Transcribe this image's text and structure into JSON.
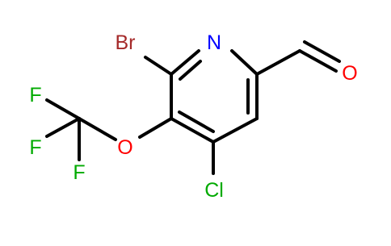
{
  "molecule": {
    "atoms": {
      "br": "Br",
      "n": "N",
      "o_aldehyde": "O",
      "o_ether": "O",
      "cl": "Cl",
      "f1": "F",
      "f2": "F",
      "f3": "F"
    },
    "colors": {
      "bond": "#000000",
      "Br": "#a52a2a",
      "N": "#0000ff",
      "O": "#ff0000",
      "Cl": "#00aa00",
      "F": "#00aa00"
    }
  }
}
